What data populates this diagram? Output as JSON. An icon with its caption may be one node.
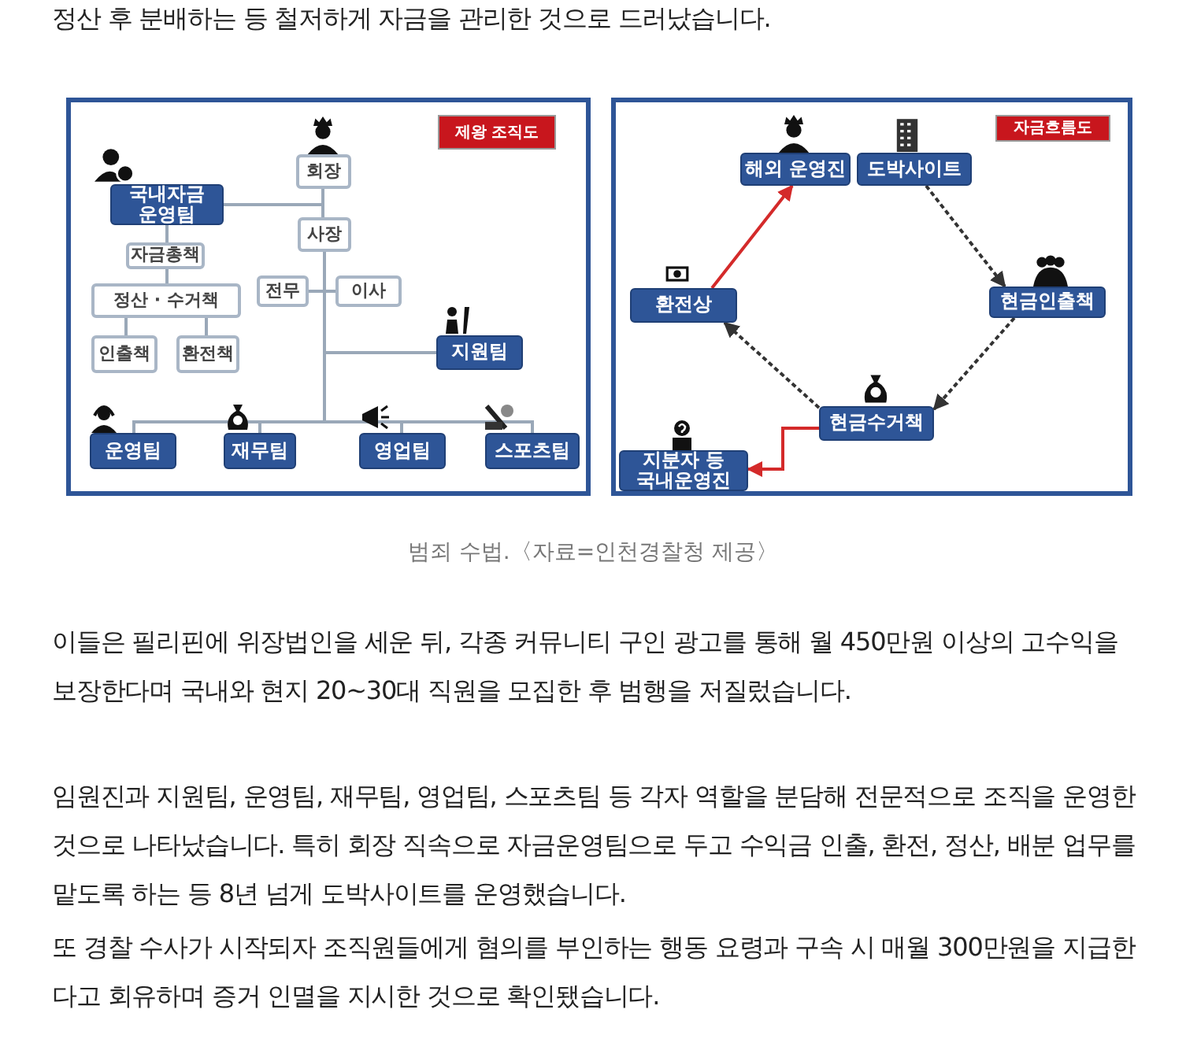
{
  "diagram": {
    "caption": "범죄 수법.〈자료=인천경찰청 제공〉",
    "nodes": [
      {
        "text": [
          "제왕 조직도"
        ]
      },
      {
        "text": [
          "회장"
        ]
      },
      {
        "text": [
          "국내자금 운영팀"
        ]
      },
      {
        "text": [
          "사장"
        ]
      },
      {
        "text": [
          "자금총책"
        ]
      },
      {
        "text": [
          "정산 · 수거책"
        ]
      },
      {
        "text": [
          "전무"
        ]
      },
      {
        "text": [
          "이사"
        ]
      },
      {
        "text": [
          "인출책"
        ]
      },
      {
        "text": [
          "환전책"
        ]
      },
      {
        "text": [
          "지원팀"
        ]
      },
      {
        "text": [
          "운영팀"
        ]
      },
      {
        "text": [
          "재무팀"
        ]
      },
      {
        "text": [
          "영업팀"
        ]
      },
      {
        "text": [
          "스포츠팀"
        ]
      },
      {
        "text": [
          "자금흐름도"
        ]
      },
      {
        "text": [
          "해외 운영진"
        ]
      },
      {
        "text": [
          "도박사이트"
        ]
      },
      {
        "text": [
          "현금인출책"
        ]
      },
      {
        "text": [
          "현금수거책"
        ]
      },
      {
        "text": [
          "환전상"
        ]
      },
      {
        "text": [
          "지분자 등 국내운영진"
        ]
      }
    ],
    "edges": [
      {
        "from": 1,
        "to": 3,
        "arrow": "none"
      },
      {
        "from": 1,
        "to": 2,
        "arrow": "none"
      },
      {
        "from": 2,
        "to": 4,
        "arrow": "none"
      },
      {
        "from": 4,
        "to": 5,
        "arrow": "none"
      },
      {
        "from": 5,
        "to": 8,
        "arrow": "none"
      },
      {
        "from": 5,
        "to": 9,
        "arrow": "none"
      },
      {
        "from": 3,
        "to": 6,
        "arrow": "none"
      },
      {
        "from": 3,
        "to": 7,
        "arrow": "none"
      },
      {
        "from": 3,
        "to": 10,
        "arrow": "none"
      },
      {
        "from": 3,
        "to": 11,
        "arrow": "none"
      },
      {
        "from": 3,
        "to": 12,
        "arrow": "none"
      },
      {
        "from": 3,
        "to": 13,
        "arrow": "none"
      },
      {
        "from": 3,
        "to": 14,
        "arrow": "none"
      },
      {
        "from": 17,
        "to": 18,
        "arrow": "to",
        "style": "dashed",
        "color": "#333333"
      },
      {
        "from": 18,
        "to": 19,
        "arrow": "to",
        "style": "dashed",
        "color": "#333333"
      },
      {
        "from": 19,
        "to": 20,
        "arrow": "to",
        "style": "dashed",
        "color": "#333333"
      },
      {
        "from": 20,
        "to": 16,
        "arrow": "to",
        "color": "#d42a2a"
      },
      {
        "from": 19,
        "to": 21,
        "arrow": "to",
        "color": "#d42a2a"
      }
    ],
    "labels": [
      "정산 후 분배하는 등 철저하게 자금을 관리한 것으로 드러났습니다.",
      "이들은 필리핀에 위장법인을 세운 뒤, 각종 커뮤니티 구인 광고를 통해 월 450만원 이상의 고수익을 보장한다며 국내와 현지 20~30대 직원을 모집한 후 범행을 저질렀습니다.",
      "임원진과 지원팀, 운영팀, 재무팀, 영업팀, 스포츠팀 등 각자 역할을 분담해 전문적으로 조직을 운영한 것으로 나타났습니다. 특히 회장 직속으로 자금운영팀으로 두고 수익금 인출, 환전, 정산, 배분 업무를 맡도록 하는 등 8년 넘게 도박사이트를 운영했습니다.",
      "또 경찰 수사가 시작되자 조직원들에게 혐의를 부인하는 행동 요령과 구속 시 매월 300만원을 지급한다고 회유하며 증거 인멸을 지시한 것으로 확인됐습니다."
    ]
  }
}
